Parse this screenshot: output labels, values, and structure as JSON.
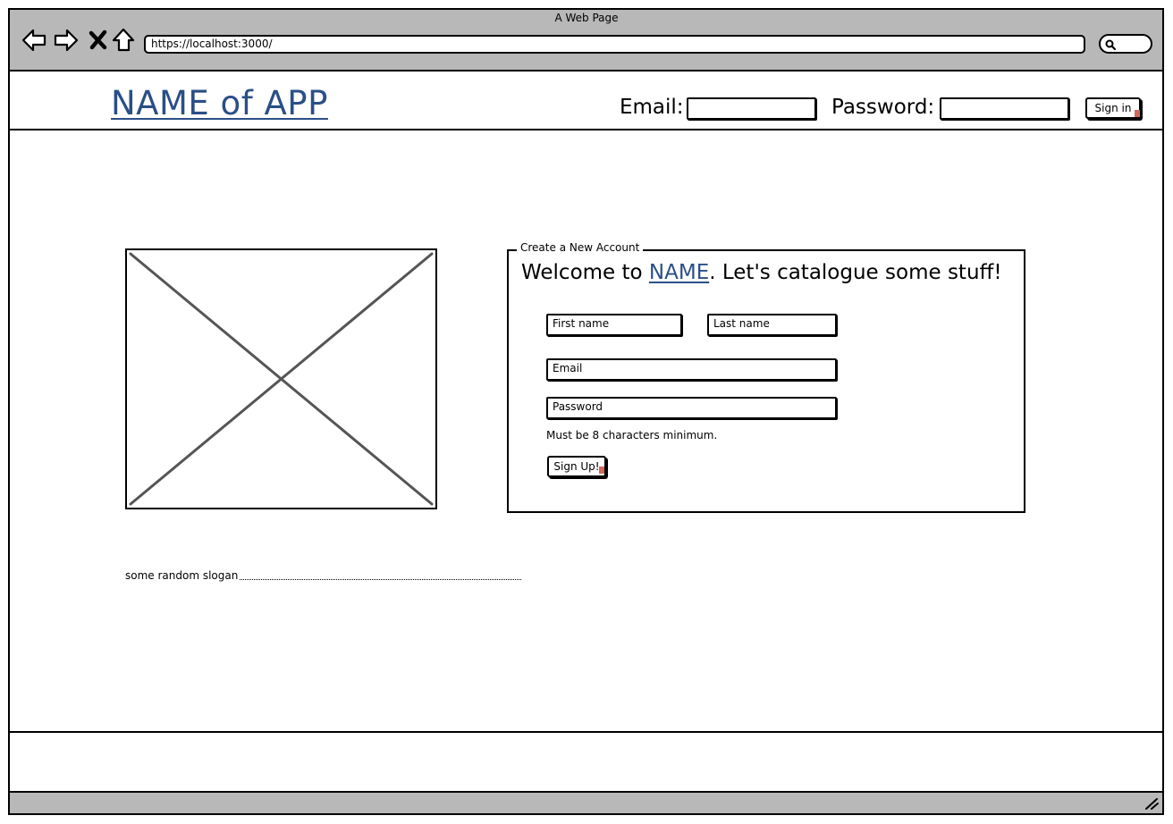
{
  "browser": {
    "window_title": "A Web Page",
    "url": "https://localhost:3000/",
    "nav_icons": [
      "back-arrow-icon",
      "forward-arrow-icon",
      "stop-icon",
      "home-icon"
    ],
    "search_icon": "search-icon"
  },
  "header": {
    "app_name": "NAME of APP",
    "email_label": "Email:",
    "password_label": "Password:",
    "signin_label": "Sign in"
  },
  "signup": {
    "legend": "Create a New Account",
    "welcome_prefix": "Welcome to ",
    "welcome_link": "NAME",
    "welcome_suffix": ". Let's catalogue some stuff!",
    "first_name_placeholder": "First name",
    "last_name_placeholder": "Last name",
    "email_placeholder": "Email",
    "password_placeholder": "Password",
    "password_hint": "Must be 8 characters minimum.",
    "submit_label": "Sign Up!"
  },
  "slogan": "some random slogan",
  "colors": {
    "link": "#2a4f87",
    "chrome": "#b8b8b8",
    "cursor_mark": "#d2695a"
  }
}
